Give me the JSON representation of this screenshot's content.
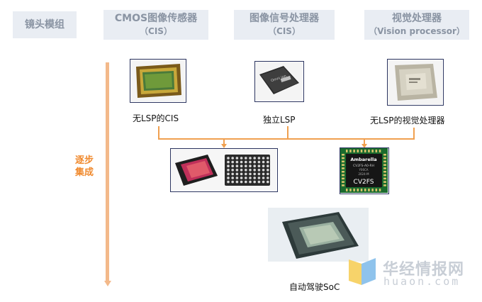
{
  "headers": {
    "lens": "镜头模组",
    "cmos": {
      "line1": "CMOS图像传感器",
      "line2": "（CIS）"
    },
    "isp": {
      "line1": "图像信号处理器",
      "line2": "（CIS）"
    },
    "vision": {
      "line1": "视觉处理器",
      "line2": "（Vision processor）"
    }
  },
  "side_label": {
    "line1": "逐步",
    "line2": "集成"
  },
  "captions": {
    "cis": "无LSP的CIS",
    "lsp": "独立LSP",
    "vision": "无LSP的视觉处理器",
    "soc": "自动驾驶SoC"
  },
  "chip_marking": {
    "brand": "Ambarella",
    "part": "CV2FS-A0-RH",
    "code1": "Y06CA",
    "code2": "2024-M",
    "model": "CV2FS"
  },
  "watermark": {
    "cn": "华经情报网",
    "en": "huaon.com"
  },
  "colors": {
    "arrow": "#f3b98a",
    "accent": "#f08a2e",
    "header_bg": "#e9edf3",
    "frame": "#2c3560"
  }
}
